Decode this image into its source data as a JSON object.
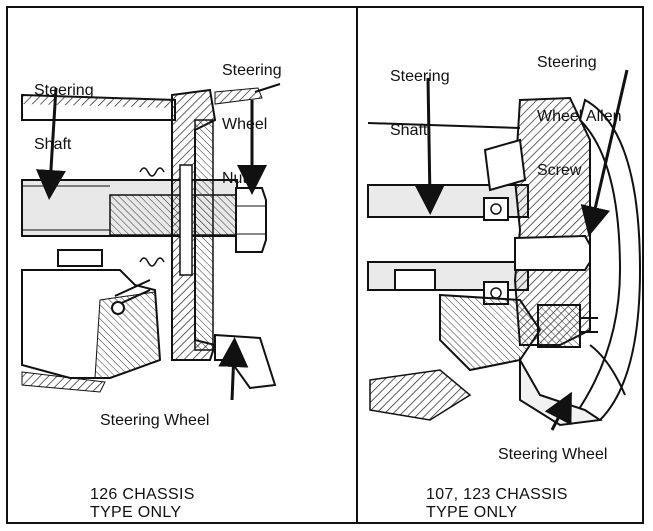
{
  "left_panel": {
    "label_shaft": [
      "Steering",
      "Shaft"
    ],
    "label_nut": [
      "Steering",
      "Wheel",
      "Nut"
    ],
    "label_wheel": "Steering Wheel",
    "caption": [
      "126 CHASSIS",
      "TYPE ONLY"
    ]
  },
  "right_panel": {
    "label_shaft": [
      "Steering",
      "Shaft"
    ],
    "label_screw": [
      "Steering",
      "Wheel Allen",
      "Screw"
    ],
    "label_wheel": "Steering Wheel",
    "caption": [
      "107, 123 CHASSIS",
      "TYPE ONLY"
    ]
  }
}
